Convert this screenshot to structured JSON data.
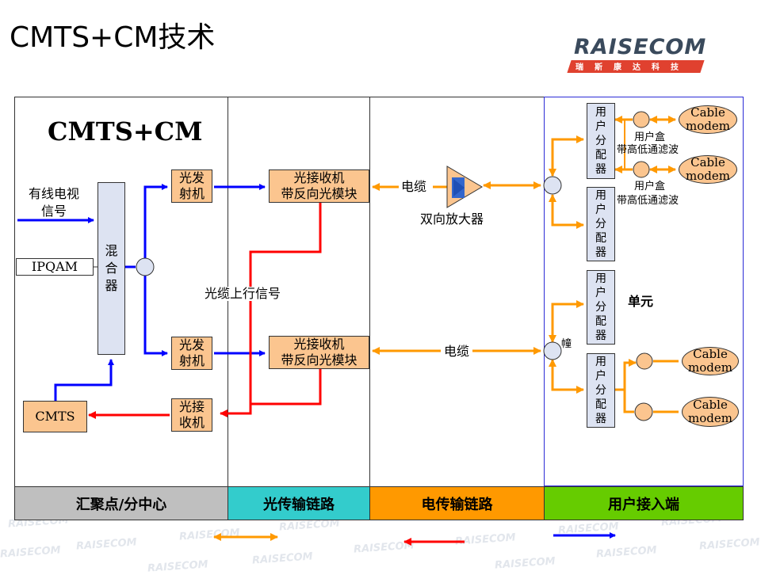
{
  "title": "CMTS+CM技术",
  "logo": {
    "brand": "RAISECOM",
    "subtitle": "瑞斯康达科技"
  },
  "watermark": "RAISECOM",
  "diagram": {
    "heading": "CMTS+CM",
    "sections": [
      {
        "label": "汇聚点/分中心",
        "color": "#bfbfbf"
      },
      {
        "label": "光传输链路",
        "color": "#33cccc"
      },
      {
        "label": "电传输链路",
        "color": "#ff9900"
      },
      {
        "label": "用户接入端",
        "color": "#66cc00"
      }
    ],
    "colors": {
      "downstream": "#0000ff",
      "upstream": "#ff0000",
      "bidirectional": "#ff9900",
      "device": "#fbc58f",
      "mixer": "#dde3f2"
    },
    "labels": {
      "catv_line1": "有线电视",
      "catv_line2": "信号",
      "ipqam": "IPQAM",
      "mixer": "混合器",
      "cmts": "CMTS",
      "tx1": "光发射机",
      "tx2": "光发射机",
      "rx_head": "光接收机",
      "node1_line1": "光接收机",
      "node1_line2": "带反向光模块",
      "node2_line1": "光接收机",
      "node2_line2": "带反向光模块",
      "fiber_upstream": "光缆上行信号",
      "cable1": "电缆",
      "cable2": "电缆",
      "amplifier": "双向放大器",
      "splitter": "用户分配器",
      "unit": "单元",
      "building": "幢",
      "userbox_line1": "用户盒",
      "userbox_line2": "带高低通滤波",
      "modem_line1": "Cable",
      "modem_line2": "modem"
    }
  }
}
